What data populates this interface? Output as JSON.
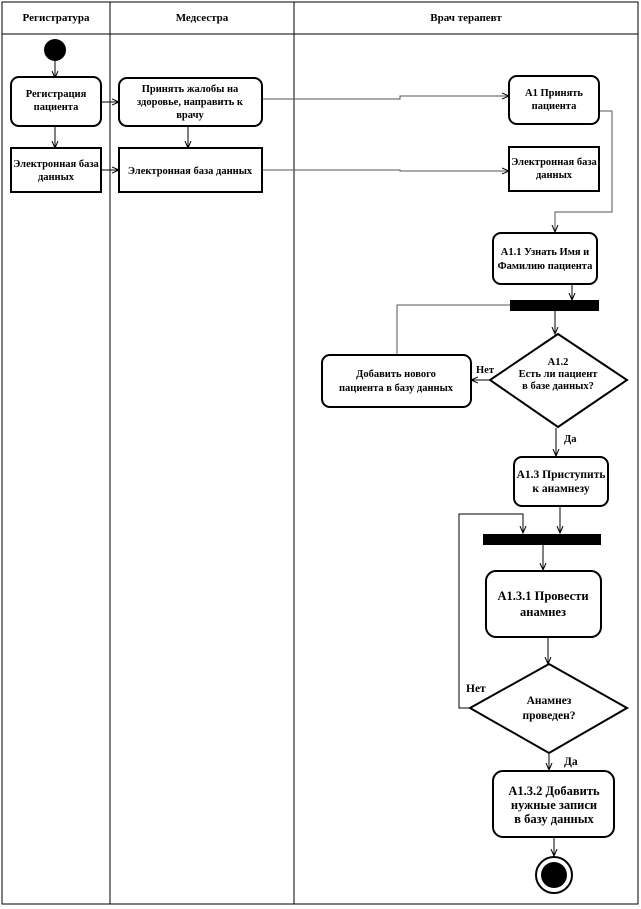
{
  "lanes": {
    "registry": "Регистратура",
    "nurse": "Медсестра",
    "doctor": "Врач терапевт"
  },
  "nodes": {
    "register_patient": [
      "Регистрация",
      "пациента"
    ],
    "registry_db": [
      "Электронная база",
      "данных"
    ],
    "accept_complaints": [
      "Принять жалобы на",
      "здоровье, направить к",
      "врачу"
    ],
    "nurse_db": [
      "Электронная база данных"
    ],
    "a1": [
      "А1 Принять",
      "пациента"
    ],
    "doctor_db": [
      "Электронная база",
      "данных"
    ],
    "a1_1": [
      "А1.1 Узнать Имя и",
      "Фамилию пациента"
    ],
    "a1_2": [
      "А1.2",
      "Есть ли пациент",
      "в базе данных?"
    ],
    "add_patient": [
      "Добавить нового",
      "пациента в базу данных"
    ],
    "a1_3": [
      "А1.3 Приступить",
      "к анамнезу"
    ],
    "a1_3_1": [
      "А1.3.1 Провести",
      "анамнез"
    ],
    "anamnesis_done": [
      "Анамнез",
      "проведен?"
    ],
    "a1_3_2": [
      "А1.3.2 Добавить",
      "нужные записи",
      "в базу данных"
    ]
  },
  "labels": {
    "no_1": "Нет",
    "yes_1": "Да",
    "no_2": "Нет",
    "yes_2": "Да"
  }
}
